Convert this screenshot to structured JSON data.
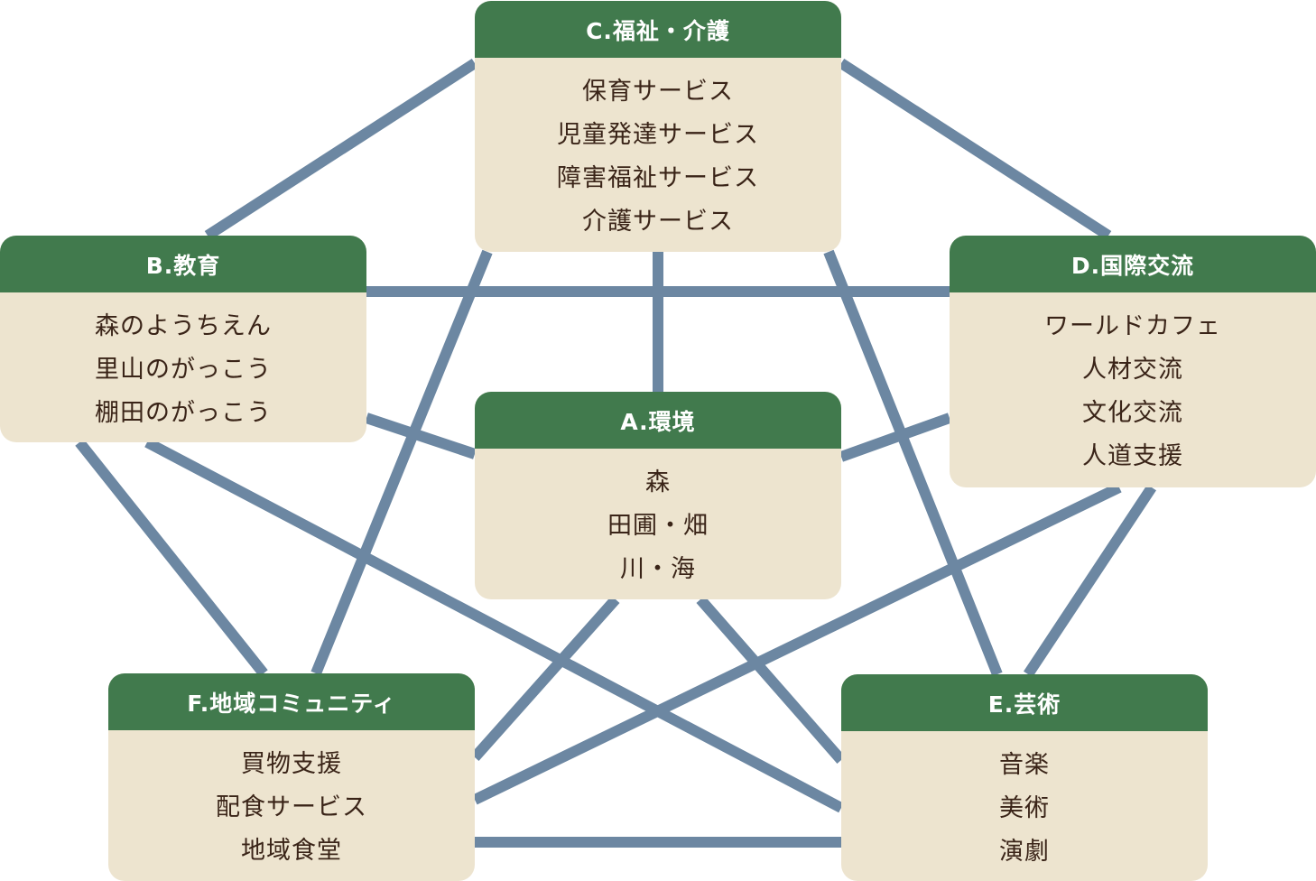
{
  "colors": {
    "header_background": "#417a4d",
    "header_text": "#ffffff",
    "body_background": "#ede4cf",
    "body_text": "#3a2418",
    "connector": "#6c87a2"
  },
  "nodes": {
    "a": {
      "title": "A.環境",
      "items": [
        "森",
        "田圃・畑",
        "川・海"
      ]
    },
    "b": {
      "title": "B.教育",
      "items": [
        "森のようちえん",
        "里山のがっこう",
        "棚田のがっこう"
      ]
    },
    "c": {
      "title": "C.福祉・介護",
      "items": [
        "保育サービス",
        "児童発達サービス",
        "障害福祉サービス",
        "介護サービス"
      ]
    },
    "d": {
      "title": "D.国際交流",
      "items": [
        "ワールドカフェ",
        "人材交流",
        "文化交流",
        "人道支援"
      ]
    },
    "e": {
      "title": "E.芸術",
      "items": [
        "音楽",
        "美術",
        "演劇"
      ]
    },
    "f": {
      "title": "F.地域コミュニティ",
      "items": [
        "買物支援",
        "配食サービス",
        "地域食堂"
      ]
    }
  },
  "connections": [
    [
      "c",
      "b"
    ],
    [
      "c",
      "d"
    ],
    [
      "c",
      "a"
    ],
    [
      "c",
      "f"
    ],
    [
      "c",
      "e"
    ],
    [
      "b",
      "d"
    ],
    [
      "b",
      "a"
    ],
    [
      "b",
      "f"
    ],
    [
      "b",
      "e"
    ],
    [
      "d",
      "a"
    ],
    [
      "d",
      "e"
    ],
    [
      "d",
      "f"
    ],
    [
      "a",
      "f"
    ],
    [
      "a",
      "e"
    ],
    [
      "f",
      "e"
    ]
  ]
}
